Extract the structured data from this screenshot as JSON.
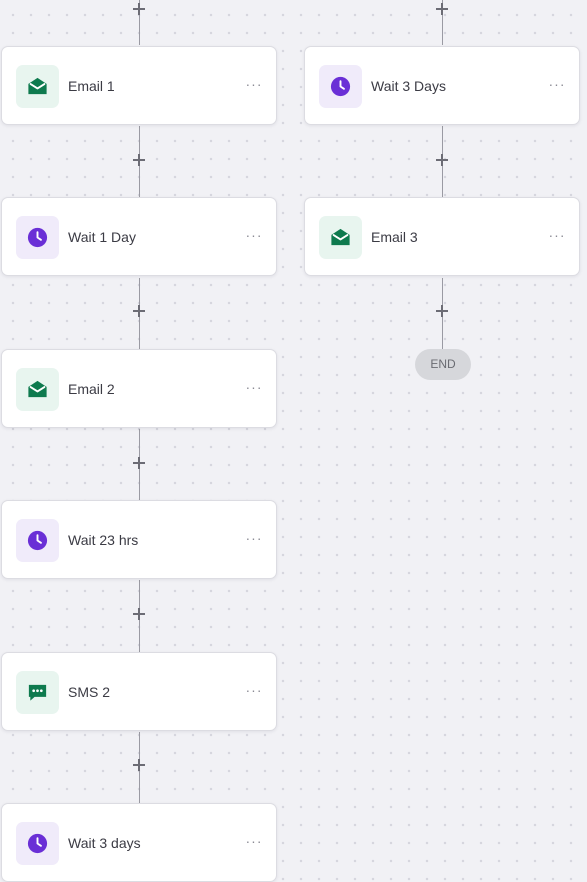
{
  "colors": {
    "canvas_bg": "#f1f1f5",
    "email_icon": "#0e7a4e",
    "email_icon_bg": "#e8f5ef",
    "wait_icon": "#6a2fd6",
    "wait_icon_bg": "#f0ebfa",
    "sms_icon": "#0e7a4e",
    "end_bg": "#d6d7db"
  },
  "menu_label": "···",
  "end_label": "END",
  "left_branch": [
    {
      "label": "Email 1",
      "type": "email",
      "icon": "envelope-open-icon"
    },
    {
      "label": "Wait 1 Day",
      "type": "wait",
      "icon": "clock-icon"
    },
    {
      "label": "Email 2",
      "type": "email",
      "icon": "envelope-open-icon"
    },
    {
      "label": "Wait 23 hrs",
      "type": "wait",
      "icon": "clock-icon"
    },
    {
      "label": "SMS 2",
      "type": "sms",
      "icon": "chat-bubble-icon"
    },
    {
      "label": "Wait 3 days",
      "type": "wait",
      "icon": "clock-icon"
    }
  ],
  "right_branch": [
    {
      "label": "Wait 3 Days",
      "type": "wait",
      "icon": "clock-icon"
    },
    {
      "label": "Email 3",
      "type": "email",
      "icon": "envelope-open-icon"
    }
  ]
}
